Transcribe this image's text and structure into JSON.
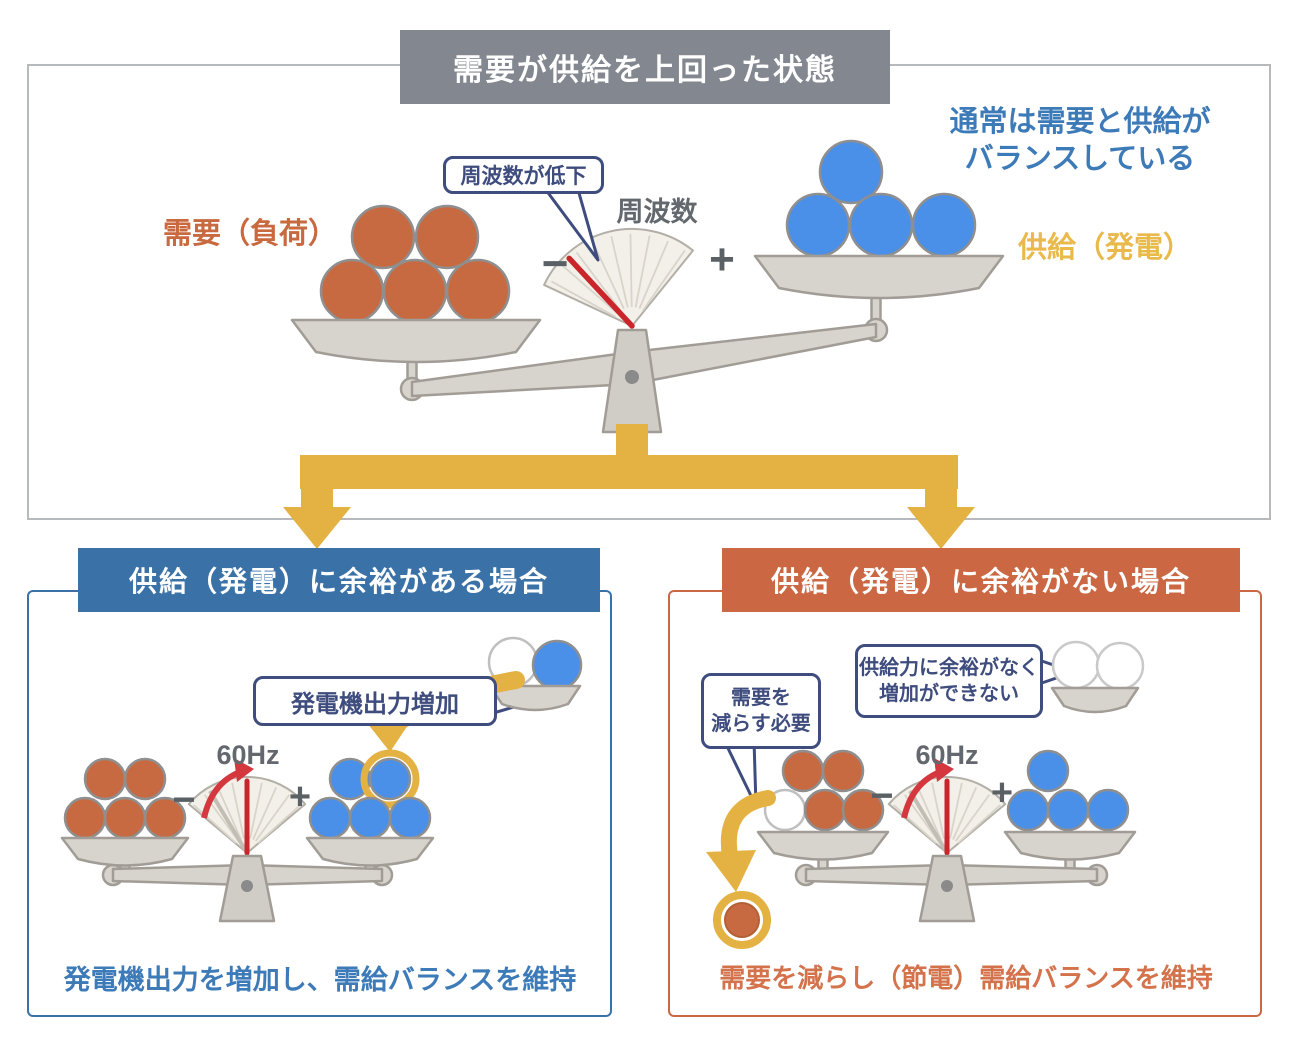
{
  "top_panel": {
    "title": "需要が供給を上回った状態",
    "balance_note_line1": "通常は需要と供給が",
    "balance_note_line2": "バランスしている",
    "demand_label": "需要（負荷）",
    "supply_label": "供給（発電）",
    "gauge_label": "周波数",
    "gauge_callout": "周波数が低下",
    "minus": "−",
    "plus": "+",
    "demand_balls": 5,
    "supply_balls": 4
  },
  "left_panel": {
    "title": "供給（発電）に余裕がある場合",
    "callout": "発電機出力増加",
    "gauge_value": "60Hz",
    "minus": "−",
    "plus": "+",
    "conclusion": "発電機出力を増加し、需給バランスを維持",
    "demand_balls": 5,
    "supply_balls": 5,
    "added_pan_balls": 2
  },
  "right_panel": {
    "title": "供給（発電）に余裕がない場合",
    "supply_callout_line1": "供給力に余裕がなく",
    "supply_callout_line2": "増加ができない",
    "demand_callout_line1": "需要を",
    "demand_callout_line2": "減らす必要",
    "gauge_value": "60Hz",
    "minus": "−",
    "plus": "+",
    "conclusion": "需要を減らし（節電）需給バランスを維持",
    "demand_balls": 4,
    "supply_balls": 4,
    "empty_pan_balls": 2,
    "removed_balls": 1
  },
  "colors": {
    "demand_orange": "#C76A42",
    "supply_blue": "#4A8FE8",
    "accent_yellow": "#E4B243",
    "callout_navy": "#3E4C7E",
    "header_gray": "#83878F",
    "header_blue": "#3A72A8",
    "header_orange": "#CB6843",
    "note_blue": "#3D7AB8",
    "conclusion_orange": "#D3724B",
    "needle_red": "#C9252B"
  }
}
